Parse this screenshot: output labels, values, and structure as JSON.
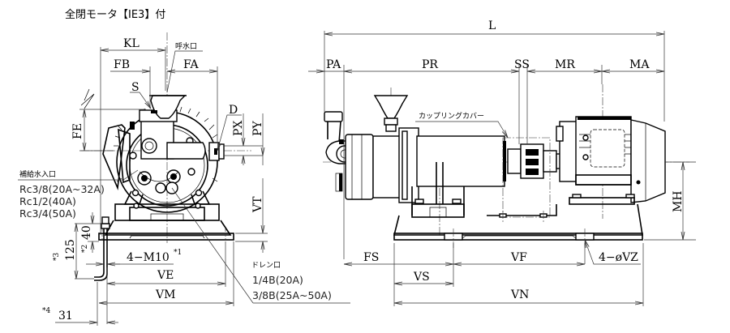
{
  "title": "全閉モータ【IE3】付",
  "dimension_labels": {
    "KL": "KL",
    "FB": "FB",
    "FA": "FA",
    "S": "S",
    "D": "D",
    "FE": "FE",
    "PX": "PX",
    "PY": "PY",
    "VT": "VT",
    "L": "L",
    "PA": "PA",
    "PR": "PR",
    "SS": "SS",
    "MR": "MR",
    "MA": "MA",
    "MH": "MH",
    "FS": "FS",
    "VS": "VS",
    "VF": "VF",
    "VN": "VN",
    "VZ": "4−øVZ",
    "VE": "VE",
    "VM": "VM",
    "bolt": "4−M10",
    "bolt_note": "*1",
    "dim40": "40",
    "dim40_note": "*2",
    "dim125": "125",
    "dim125_note": "*3",
    "dim31": "31",
    "dim31_note": "*4"
  },
  "callouts": {
    "priming_port": "呼水口",
    "coupling_cover": "カップリングカバー",
    "supply_inlet": {
      "label": "補給水入口",
      "lines": [
        "Rc3/8(20A~32A)",
        "Rc1/2(40A)",
        "Rc3/4(50A)"
      ]
    },
    "drain_port": {
      "label": "ドレン口",
      "lines": [
        "1/4B(20A)",
        "3/8B(25A~50A)"
      ]
    }
  }
}
